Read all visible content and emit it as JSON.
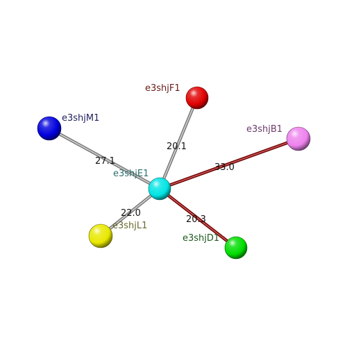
{
  "viewer": {
    "background": "#ffffff",
    "center_atom": {
      "id": "E1",
      "label": "e3shjE1",
      "color": "#00e5e5",
      "label_color": "#2e6e6e"
    },
    "atoms": [
      {
        "id": "F1",
        "label": "e3shjF1",
        "color": "#e00000",
        "label_color": "#6b1a1a"
      },
      {
        "id": "M1",
        "label": "e3shjM1",
        "color": "#0000dd",
        "label_color": "#1f1f5e"
      },
      {
        "id": "B1",
        "label": "e3shjB1",
        "color": "#ee82ee",
        "label_color": "#6b3a6b"
      },
      {
        "id": "L1",
        "label": "e3shjL1",
        "color": "#e8e800",
        "label_color": "#6b6b2e"
      },
      {
        "id": "D1",
        "label": "e3shjD1",
        "color": "#00dd00",
        "label_color": "#1e5a1e"
      }
    ],
    "bonds": [
      {
        "to": "F1",
        "distance": "20.1",
        "color": "#b8b8b8"
      },
      {
        "to": "M1",
        "distance": "27.1",
        "color": "#b8b8b8"
      },
      {
        "to": "B1",
        "distance": "33.0",
        "color": "#aa0000"
      },
      {
        "to": "L1",
        "distance": "22.0",
        "color": "#b8b8b8"
      },
      {
        "to": "D1",
        "distance": "20.3",
        "color": "#aa0000"
      }
    ]
  }
}
